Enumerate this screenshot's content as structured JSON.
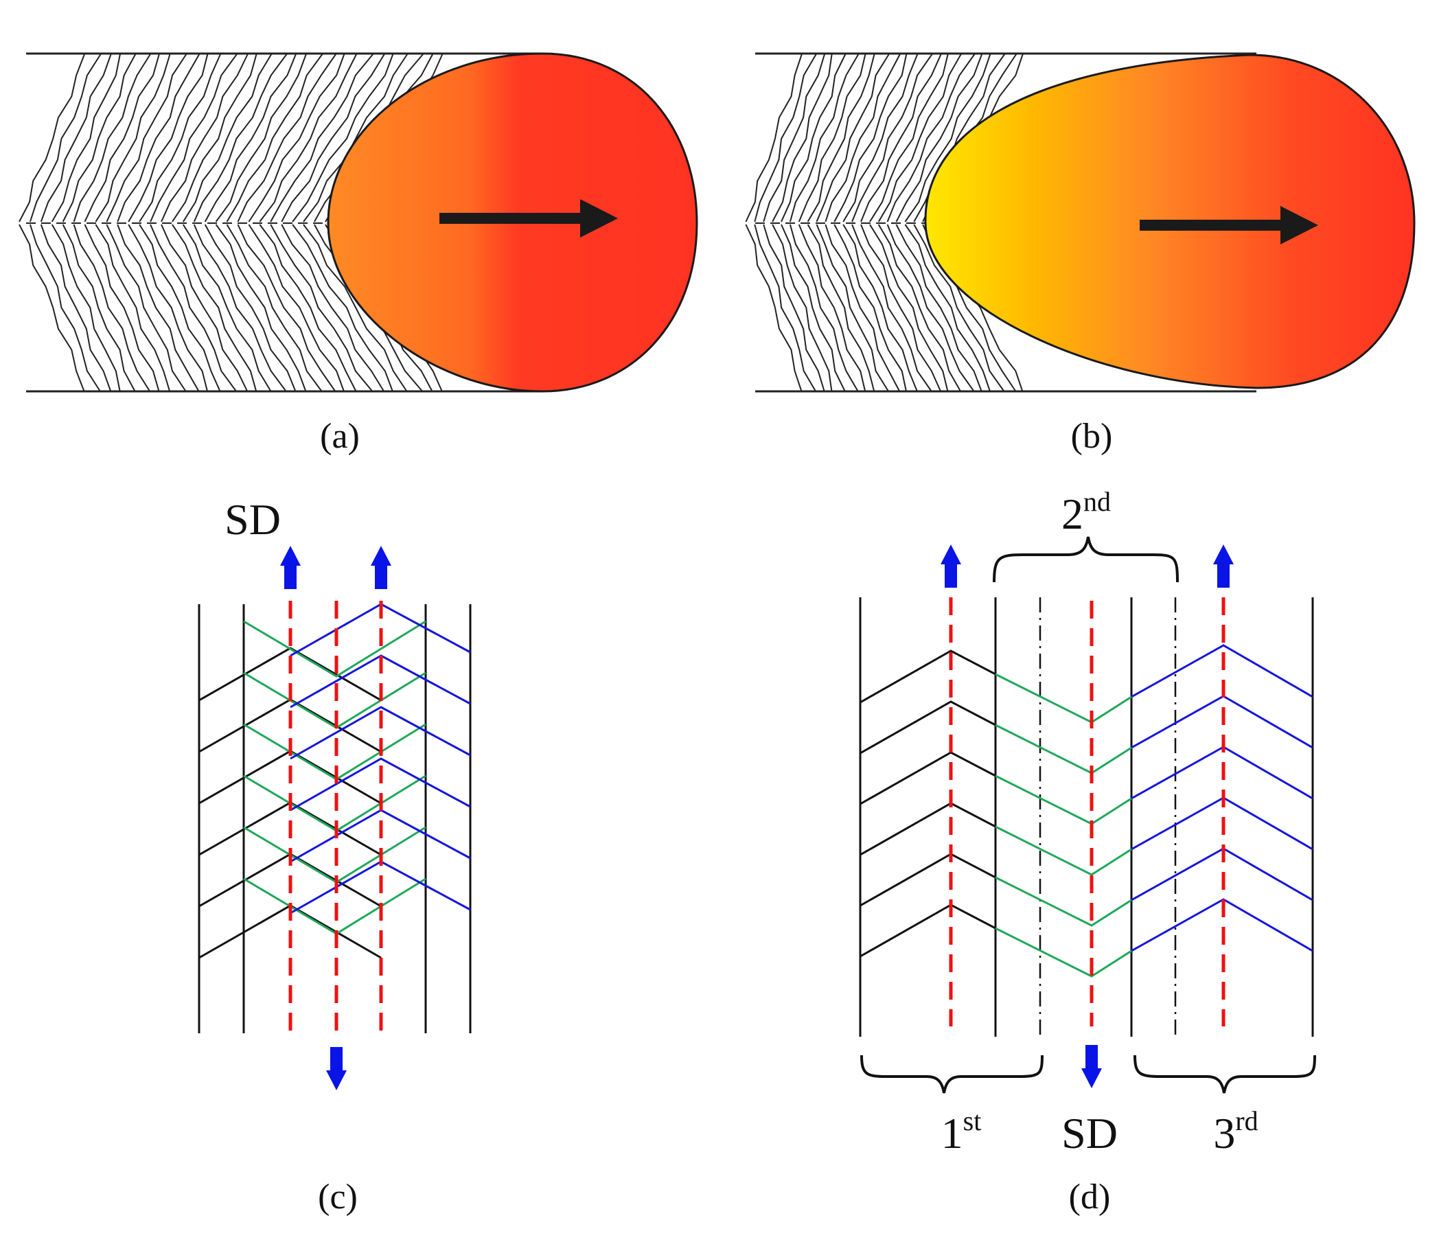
{
  "panels": [
    {
      "id": "a",
      "label": "(a)"
    },
    {
      "id": "b",
      "label": "(b)"
    },
    {
      "id": "c",
      "label": "(c)"
    },
    {
      "id": "d",
      "label": "(d)"
    }
  ],
  "panel_c": {
    "direction_label": "SD"
  },
  "panel_d": {
    "direction_label": "SD",
    "passes": [
      {
        "num": "1",
        "suffix": "st"
      },
      {
        "num": "2",
        "suffix": "nd"
      },
      {
        "num": "3",
        "suffix": "rd"
      }
    ]
  },
  "colors": {
    "pool_hot": "#ff3322",
    "pool_mid_a": "#ff8a24",
    "pool_cool_b": "#ffe700",
    "grain_line": "#222222",
    "arrow_black": "#1a1a1a",
    "sd_arrow": "#0a14e6",
    "centerline_dash": "#ee1111",
    "layer_black": "#111111",
    "layer_green": "#1fa85a",
    "layer_blue": "#1515dd",
    "dashdot_line": "#111111"
  },
  "icons": [
    "travel-direction-arrow-icon",
    "sd-up-arrow-icon",
    "sd-down-arrow-icon",
    "curly-brace-icon"
  ]
}
